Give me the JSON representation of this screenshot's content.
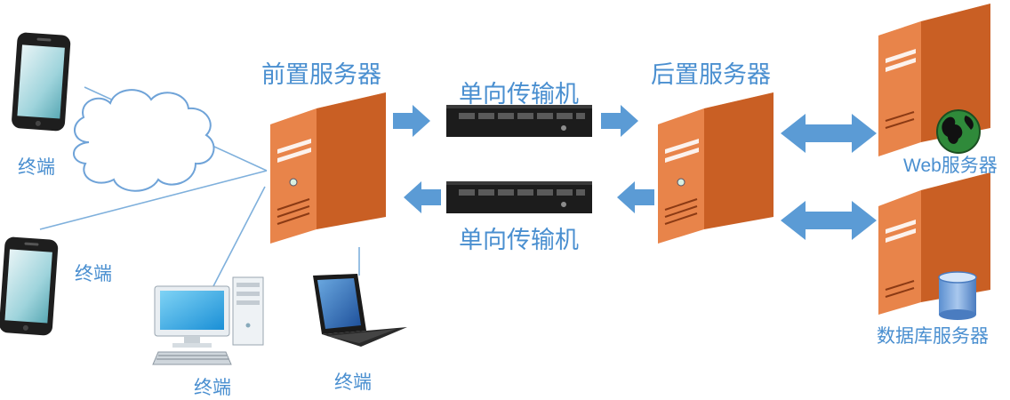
{
  "labels": {
    "front_server": "前置服务器",
    "back_server": "后置服务器",
    "oneway_top": "单向传输机",
    "oneway_bottom": "单向传输机",
    "web_server": "Web服务器",
    "db_server": "数据库服务器",
    "terminal_phone_top": "终端",
    "terminal_phone_bottom": "终端",
    "terminal_desktop": "终端",
    "terminal_laptop": "终端"
  },
  "colors": {
    "label_blue": "#4a8fd0",
    "arrow_blue": "#5b9bd5",
    "server_orange": "#e8844a",
    "server_dark": "#c95f24",
    "server_light": "#f4b27e",
    "device_dark": "#1e1e1e",
    "line_blue": "#7fb0dc"
  },
  "icons": [
    "mobile-phone-icon",
    "cloud-icon",
    "tower-server-icon",
    "oneway-transfer-device-icon",
    "desktop-computer-icon",
    "laptop-icon",
    "globe-icon",
    "database-icon",
    "arrow-icon"
  ]
}
